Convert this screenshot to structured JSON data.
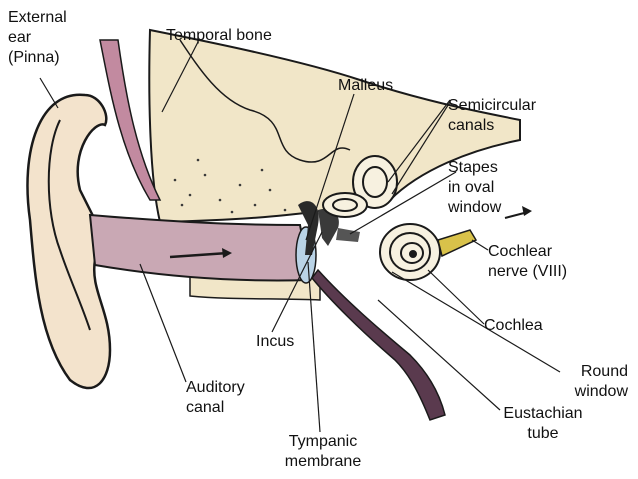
{
  "labels": {
    "external_ear": [
      "External",
      "ear",
      "(Pinna)"
    ],
    "temporal_bone": [
      "Temporal bone"
    ],
    "malleus": [
      "Malleus"
    ],
    "semicircular_canals": [
      "Semicircular",
      "canals"
    ],
    "stapes": [
      "Stapes",
      "in oval",
      "window"
    ],
    "cochlear_nerve": [
      "Cochlear",
      "nerve (VIII)"
    ],
    "cochlea": [
      "Cochlea"
    ],
    "round_window": [
      "Round",
      "window"
    ],
    "eustachian_tube": [
      "Eustachian",
      "tube"
    ],
    "incus": [
      "Incus"
    ],
    "auditory_canal": [
      "Auditory",
      "canal"
    ],
    "tympanic_membrane": [
      "Tympanic",
      "membrane"
    ]
  },
  "colors": {
    "skin": "#f3e3cc",
    "bone": "#f1e6c8",
    "canal": "#c9a8b4",
    "tube": "#5a3a4e",
    "nerve": "#d9c24a",
    "outline": "#1a1a1a",
    "membrane": "#b9d3e6"
  }
}
